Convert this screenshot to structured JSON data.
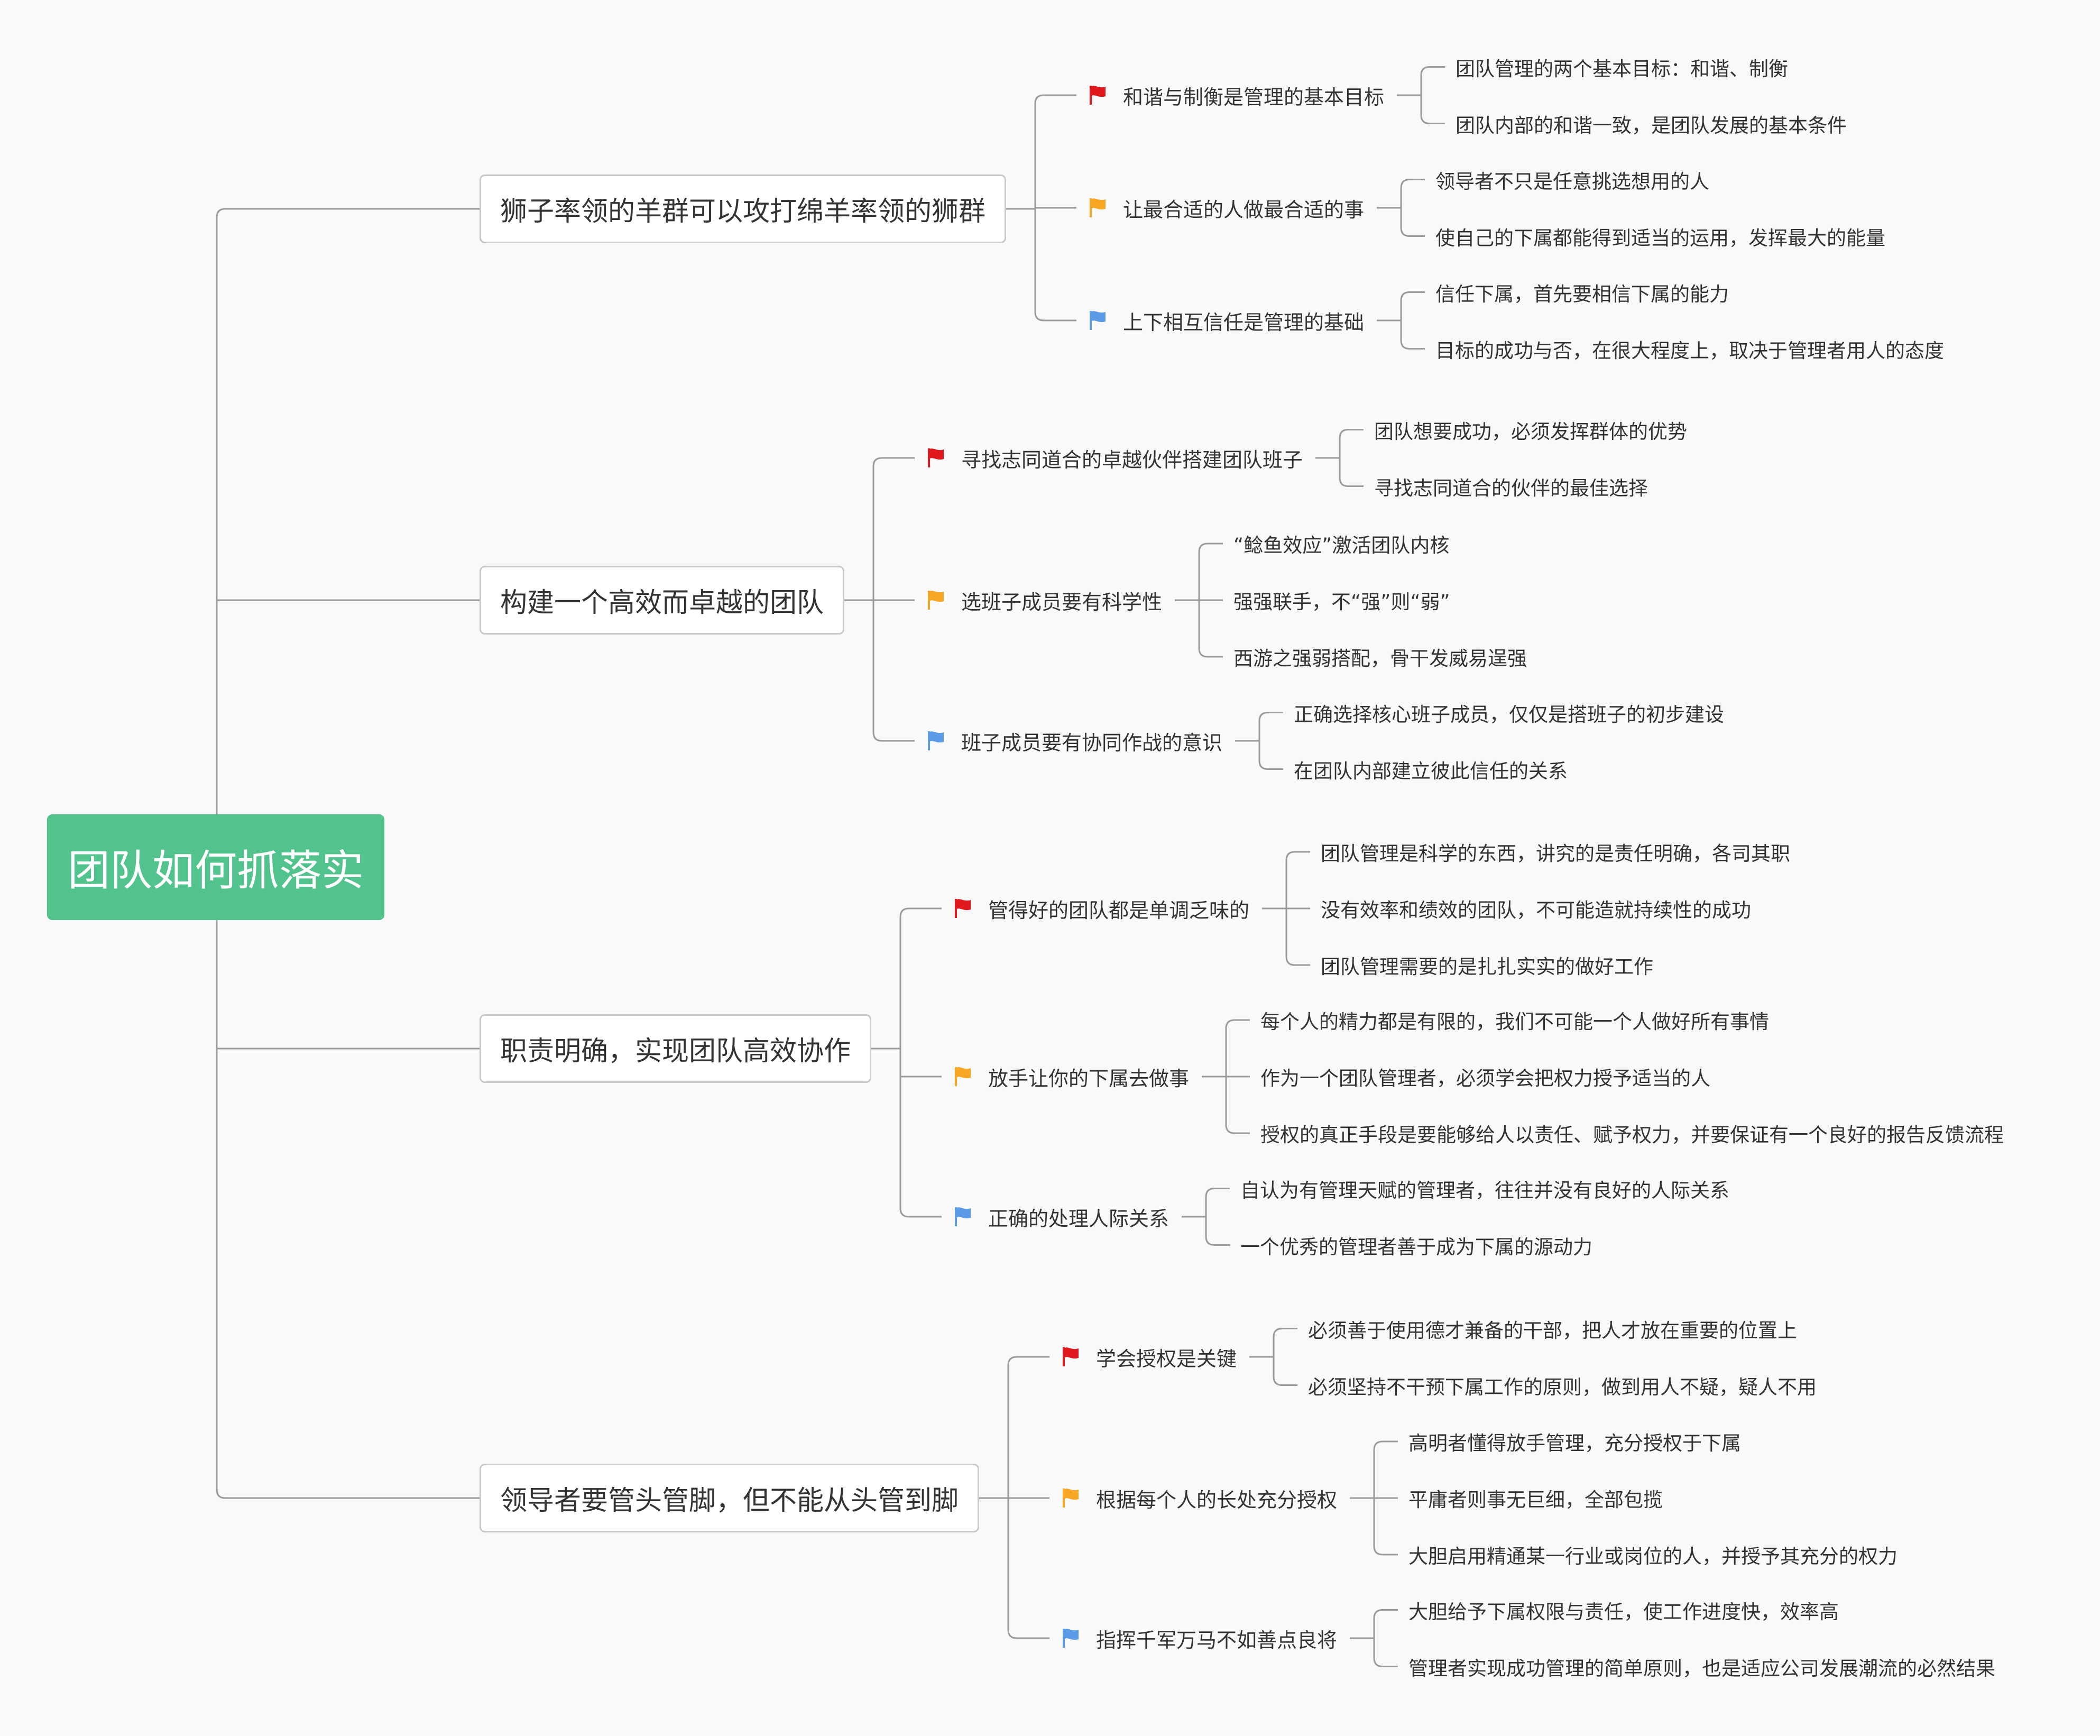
{
  "root": "团队如何抓落实",
  "colors": {
    "root_bg": "#52c38c",
    "flag_red": "#e0191e",
    "flag_orange": "#f6a623",
    "flag_blue": "#5b9be6",
    "line": "#9a9a9a"
  },
  "branches": [
    {
      "label": "狮子率领的羊群可以攻打绵羊率领的狮群",
      "children": [
        {
          "flag": "red",
          "label": "和谐与制衡是管理的基本目标",
          "children": [
            "团队管理的两个基本目标：和谐、制衡",
            "团队内部的和谐一致，是团队发展的基本条件"
          ]
        },
        {
          "flag": "orange",
          "label": "让最合适的人做最合适的事",
          "children": [
            "领导者不只是任意挑选想用的人",
            "使自己的下属都能得到适当的运用，发挥最大的能量"
          ]
        },
        {
          "flag": "blue",
          "label": "上下相互信任是管理的基础",
          "children": [
            "信任下属，首先要相信下属的能力",
            "目标的成功与否，在很大程度上，取决于管理者用人的态度"
          ]
        }
      ]
    },
    {
      "label": "构建一个高效而卓越的团队",
      "children": [
        {
          "flag": "red",
          "label": "寻找志同道合的卓越伙伴搭建团队班子",
          "children": [
            "团队想要成功，必须发挥群体的优势",
            "寻找志同道合的伙伴的最佳选择"
          ]
        },
        {
          "flag": "orange",
          "label": "选班子成员要有科学性",
          "children": [
            "“鲶鱼效应”激活团队内核",
            "强强联手，不“强”则“弱”",
            "西游之强弱搭配，骨干发威易逞强"
          ]
        },
        {
          "flag": "blue",
          "label": "班子成员要有协同作战的意识",
          "children": [
            "正确选择核心班子成员，仅仅是搭班子的初步建设",
            "在团队内部建立彼此信任的关系"
          ]
        }
      ]
    },
    {
      "label": "职责明确，实现团队高效协作",
      "children": [
        {
          "flag": "red",
          "label": "管得好的团队都是单调乏味的",
          "children": [
            "团队管理是科学的东西，讲究的是责任明确，各司其职",
            "没有效率和绩效的团队，不可能造就持续性的成功",
            "团队管理需要的是扎扎实实的做好工作"
          ]
        },
        {
          "flag": "orange",
          "label": "放手让你的下属去做事",
          "children": [
            "每个人的精力都是有限的，我们不可能一个人做好所有事情",
            "作为一个团队管理者，必须学会把权力授予适当的人",
            "授权的真正手段是要能够给人以责任、赋予权力，并要保证有一个良好的报告反馈流程"
          ]
        },
        {
          "flag": "blue",
          "label": "正确的处理人际关系",
          "children": [
            "自认为有管理天赋的管理者，往往并没有良好的人际关系",
            "一个优秀的管理者善于成为下属的源动力"
          ]
        }
      ]
    },
    {
      "label": "领导者要管头管脚，但不能从头管到脚",
      "children": [
        {
          "flag": "red",
          "label": "学会授权是关键",
          "children": [
            "必须善于使用德才兼备的干部，把人才放在重要的位置上",
            "必须坚持不干预下属工作的原则，做到用人不疑，疑人不用"
          ]
        },
        {
          "flag": "orange",
          "label": "根据每个人的长处充分授权",
          "children": [
            "高明者懂得放手管理，充分授权于下属",
            "平庸者则事无巨细，全部包揽",
            "大胆启用精通某一行业或岗位的人，并授予其充分的权力"
          ]
        },
        {
          "flag": "blue",
          "label": "指挥千军万马不如善点良将",
          "children": [
            "大胆给予下属权限与责任，使工作进度快，效率高",
            "管理者实现成功管理的简单原则，也是适应公司发展潮流的必然结果"
          ]
        }
      ]
    }
  ]
}
